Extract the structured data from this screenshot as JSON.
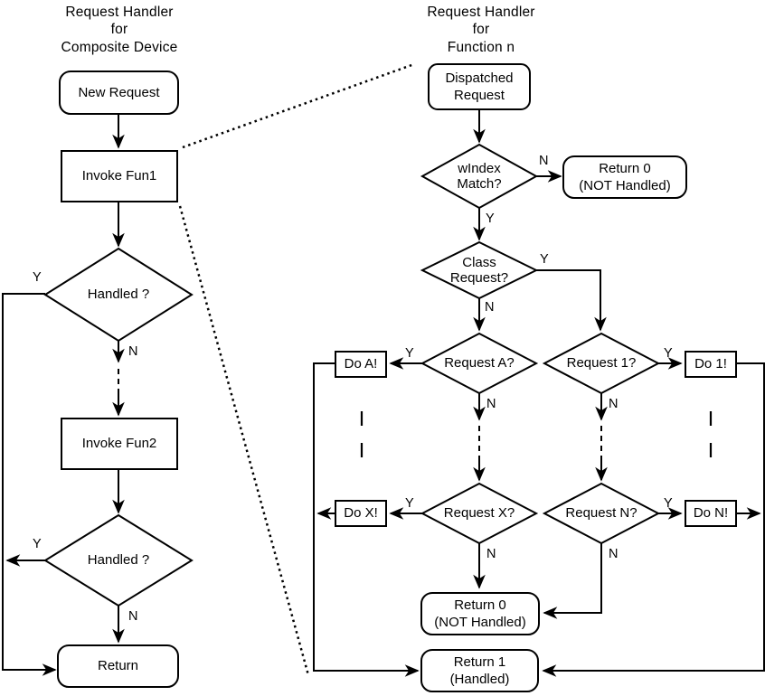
{
  "figure": {
    "background": "#ffffff",
    "line_color": "#000000",
    "text_color": "#000000"
  },
  "left_chart": {
    "title": "Request Handler\nfor\nComposite Device",
    "nodes": {
      "new_request": "New Request",
      "invoke_fun1": "Invoke Fun1",
      "handled_1": "Handled ?",
      "invoke_fun2": "Invoke Fun2",
      "handled_2": "Handled ?",
      "return": "Return"
    },
    "edge_labels": {
      "handled_1_yes": "Y",
      "handled_1_no": "N",
      "handled_2_yes": "Y",
      "handled_2_no": "N"
    }
  },
  "right_chart": {
    "title": "Request Handler\nfor\nFunction n",
    "nodes": {
      "dispatched_request": "Dispatched\nRequest",
      "windex_match": "wIndex\nMatch?",
      "return_0_top": "Return 0\n(NOT Handled)",
      "class_request": "Class\nRequest?",
      "request_a": "Request A?",
      "request_1": "Request 1?",
      "do_a": "Do A!",
      "do_1": "Do 1!",
      "request_x": "Request X?",
      "request_n": "Request N?",
      "do_x": "Do X!",
      "do_n": "Do N!",
      "return_0_bottom": "Return 0\n(NOT Handled)",
      "return_1": "Return 1\n(Handled)"
    },
    "edge_labels": {
      "windex_no": "N",
      "windex_yes": "Y",
      "class_yes": "Y",
      "class_no": "N",
      "request_a_yes": "Y",
      "request_a_no": "N",
      "request_1_yes": "Y",
      "request_1_no": "N",
      "request_x_yes": "Y",
      "request_x_no": "N",
      "request_n_yes": "Y",
      "request_n_no": "N"
    }
  }
}
